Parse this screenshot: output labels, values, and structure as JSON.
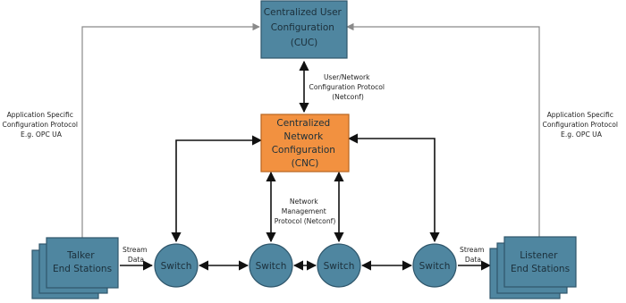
{
  "colors": {
    "node_fill": "#4f86a0",
    "node_stroke": "#2f566b",
    "cnc_fill": "#f29140",
    "cnc_stroke": "#b8651f",
    "line": "#111111",
    "line_light": "#8a8a8a"
  },
  "cuc": {
    "lines": [
      "Centralized User",
      "Configuration",
      "(CUC)"
    ]
  },
  "cnc": {
    "lines": [
      "Centralized",
      "Network",
      "Configuration",
      "(CNC)"
    ]
  },
  "talker": {
    "lines": [
      "Talker",
      "End Stations"
    ]
  },
  "listener": {
    "lines": [
      "Listener",
      "End Stations"
    ]
  },
  "switches": [
    "Switch",
    "Switch",
    "Switch",
    "Switch"
  ],
  "labels": {
    "user_network": [
      "User/Network",
      "Configuration Protocol",
      "(Netconf)"
    ],
    "app_left": [
      "Application Specific",
      "Configuration Protocol",
      "E.g. OPC UA"
    ],
    "app_right": [
      "Application Specific",
      "Configuration Protocol",
      "E.g. OPC UA"
    ],
    "network_mgmt": [
      "Network",
      "Management",
      "Protocol (Netconf)"
    ],
    "stream_left": [
      "Stream",
      "Data"
    ],
    "stream_right": [
      "Stream",
      "Data"
    ]
  }
}
